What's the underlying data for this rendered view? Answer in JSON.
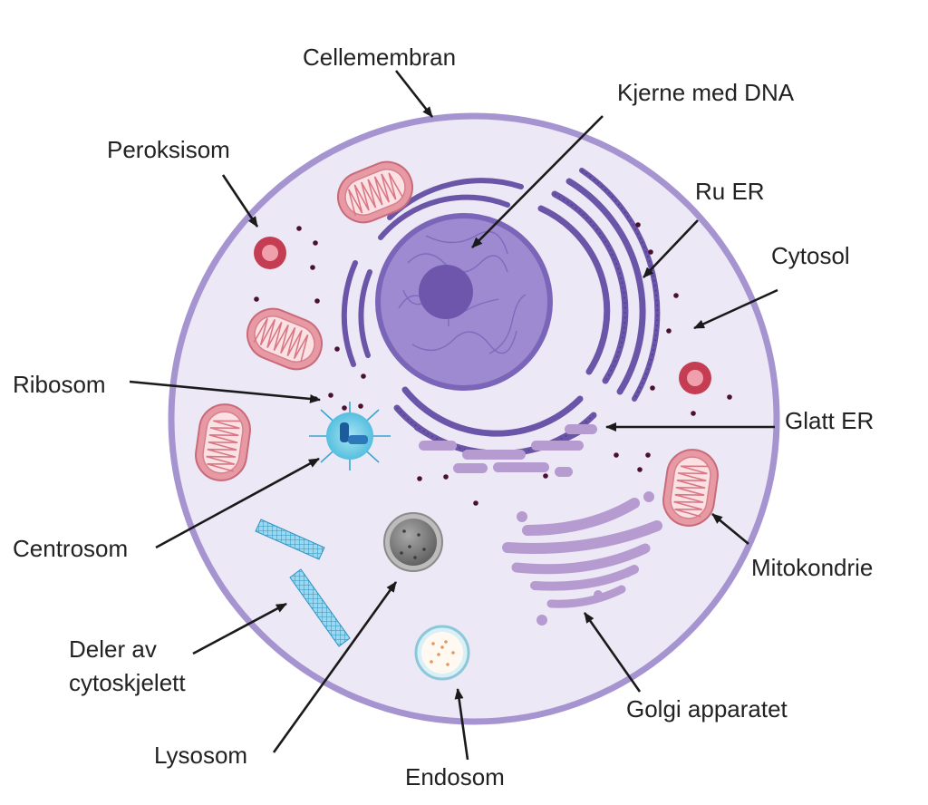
{
  "labels": {
    "cellemembran": "Cellemembran",
    "kjerne": "Kjerne med DNA",
    "peroksisom": "Peroksisom",
    "ru_er": "Ru ER",
    "cytosol": "Cytosol",
    "ribosom": "Ribosom",
    "glatt_er": "Glatt ER",
    "centrosom": "Centrosom",
    "mitokondrie": "Mitokondrie",
    "cytoskjelett_1": "Deler av",
    "cytoskjelett_2": "cytoskjelett",
    "golgi": "Golgi apparatet",
    "lysosom": "Lysosom",
    "endosom": "Endosom"
  },
  "colors": {
    "membrane": "#a594d0",
    "cytoplasm": "#ede8f6",
    "nucleus": "#9d8ad0",
    "nucleolus": "#6e56ad",
    "er": "#6a55a8",
    "mitochondria": "#e89aa4",
    "peroxisome": "#c43d52",
    "golgi": "#b59bd0",
    "cytoskeleton": "#48b6e3",
    "centrosome": "#6fcfe8",
    "lysosome": "#7c7c7c",
    "endosome": "#e3975d",
    "ribosome": "#4a1030",
    "arrow": "#1a1a1a"
  },
  "icons": {
    "cell": "cell-icon",
    "nucleus": "nucleus-icon",
    "mitochondrion": "mitochondrion-icon",
    "peroxisome": "peroxisome-icon",
    "golgi": "golgi-icon",
    "centrosome": "centrosome-icon",
    "lysosome": "lysosome-icon",
    "endosome": "endosome-icon",
    "cytoskeleton": "cytoskeleton-icon"
  }
}
